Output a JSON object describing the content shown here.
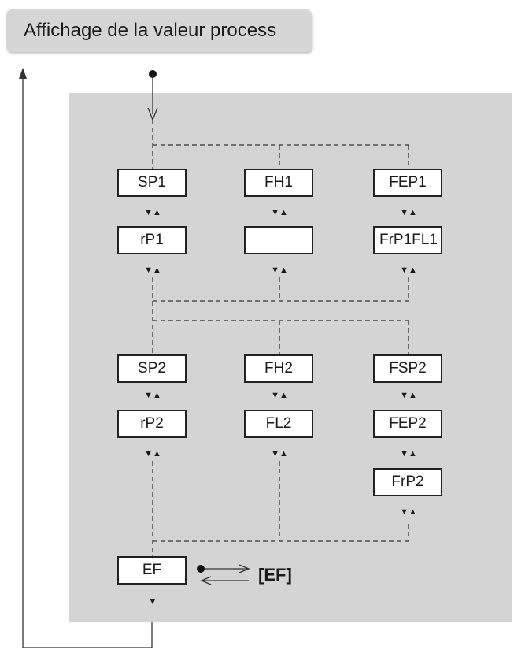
{
  "header": {
    "title": "Affichage de la valeur process"
  },
  "nodes": {
    "sp1": "SP1",
    "fh1": "FH1",
    "fep1": "FEP1",
    "rp1": "rP1",
    "empty": "",
    "frp1fl1": "FrP1FL1",
    "sp2": "SP2",
    "fh2": "FH2",
    "fsp2": "FSP2",
    "rp2": "rP2",
    "fl2": "FL2",
    "fep2": "FEP2",
    "frp2": "FrP2",
    "ef": "EF"
  },
  "ef_label": "[EF]",
  "arrows": {
    "up_down": "▼▲",
    "down": "▼"
  }
}
